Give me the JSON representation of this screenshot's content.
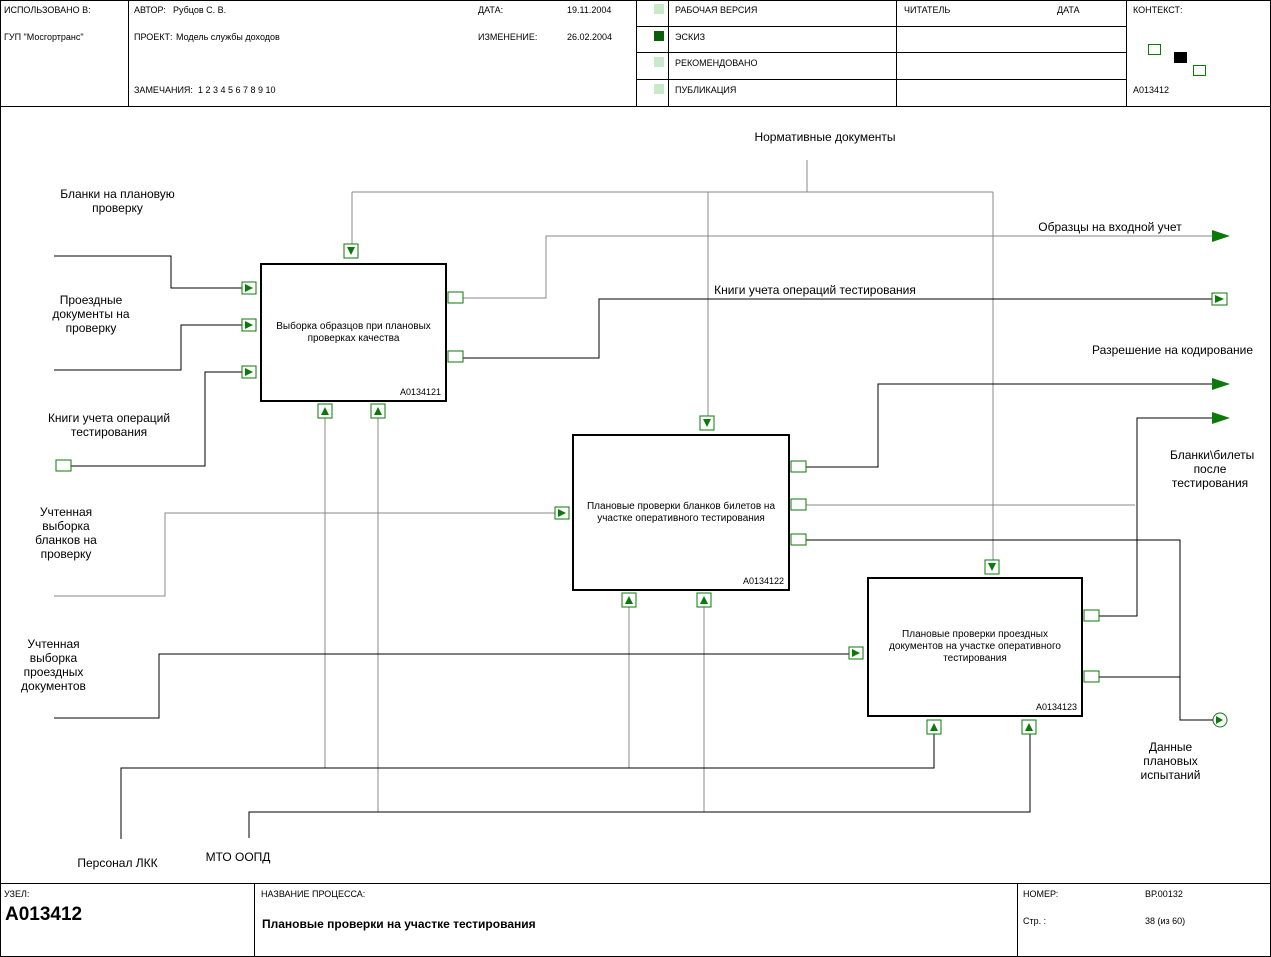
{
  "header": {
    "used_at_label": "ИСПОЛЬЗОВАНО В:",
    "organization": "ГУП \"Мосгортранс\"",
    "author_label": "АВТОР:",
    "author": "Рубцов С. В.",
    "project_label": "ПРОЕКТ:",
    "project": "Модель службы доходов",
    "date_label": "ДАТА:",
    "date": "19.11.2004",
    "revision_label": "ИЗМЕНЕНИЕ:",
    "revision": "26.02.2004",
    "notes_label": "ЗАМЕЧАНИЯ:",
    "notes": "1  2  3  4  5  6  7  8  9  10",
    "status": [
      "РАБОЧАЯ ВЕРСИЯ",
      "ЭСКИЗ",
      "РЕКОМЕНДОВАНО",
      "ПУБЛИКАЦИЯ"
    ],
    "reader_label": "ЧИТАТЕЛЬ",
    "reader_date_label": "ДАТА",
    "context_label": "КОНТЕКСТ:",
    "context_node": "A013412"
  },
  "colors": {
    "arrow": "#0a7a0a",
    "status_dark": "#0b5d0b",
    "status_light": "#c8eac8"
  },
  "diagram": {
    "boxes": [
      {
        "title": "Выборка образцов при плановых проверках качества",
        "number": "A0134121"
      },
      {
        "title": "Плановые проверки бланков билетов на участке оперативного тестирования",
        "number": "A0134122"
      },
      {
        "title": "Плановые проверки проездных документов на участке оперативного тестирования",
        "number": "A0134123"
      }
    ],
    "labels": {
      "normative_docs": "Нормативные документы",
      "blank_forms": "Бланки на плановую проверку",
      "travel_docs": "Проездные документы на проверку",
      "test_books_in": "Книги учета операций тестирования",
      "counted_blanks": "Учтенная выборка бланков на проверку",
      "counted_travel": "Учтенная выборка проездных документов",
      "samples_out": "Образцы на входной учет",
      "test_books_out": "Книги учета операций тестирования",
      "coding_permit": "Разрешение на кодирование",
      "tested_blanks": "Бланки\\билеты после тестирования",
      "test_data": "Данные плановых испытаний",
      "personnel": "Персонал ЛКК",
      "mto": "МТО ООПД"
    }
  },
  "footer": {
    "node_label": "УЗЕЛ:",
    "node": "A013412",
    "process_label": "НАЗВАНИЕ ПРОЦЕССА:",
    "process": "Плановые проверки на участке тестирования",
    "number_label": "НОМЕР:",
    "number": "ВР.00132",
    "page_label": "Стр. :",
    "page": "38 (из 60)"
  }
}
